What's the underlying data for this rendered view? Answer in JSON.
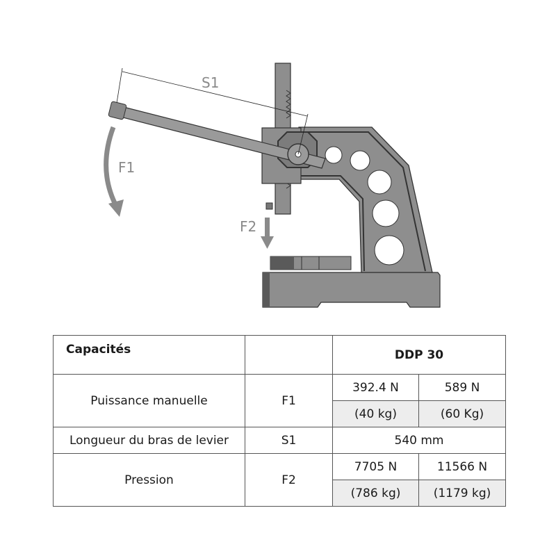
{
  "diagram": {
    "labels": {
      "s1": "S1",
      "f1": "F1",
      "f2": "F2"
    },
    "colors": {
      "body": "#8c8c8c",
      "body_dark": "#4a4a4a",
      "annotation": "#8a8a8a",
      "table_shade": "#ededed"
    }
  },
  "table": {
    "header": {
      "title": "Capacités",
      "symbol": "",
      "model": "DDP 30"
    },
    "rows": [
      {
        "label": "Puissance manuelle",
        "symbol": "F1",
        "values": [
          "392.4 N",
          "589 N"
        ],
        "sub_values": [
          "(40 kg)",
          "(60 Kg)"
        ]
      },
      {
        "label": "Longueur du bras de levier",
        "symbol": "S1",
        "value": "540 mm"
      },
      {
        "label": "Pression",
        "symbol": "F2",
        "values": [
          "7705 N",
          "11566 N"
        ],
        "sub_values": [
          "(786 kg)",
          "(1179 kg)"
        ]
      }
    ]
  }
}
